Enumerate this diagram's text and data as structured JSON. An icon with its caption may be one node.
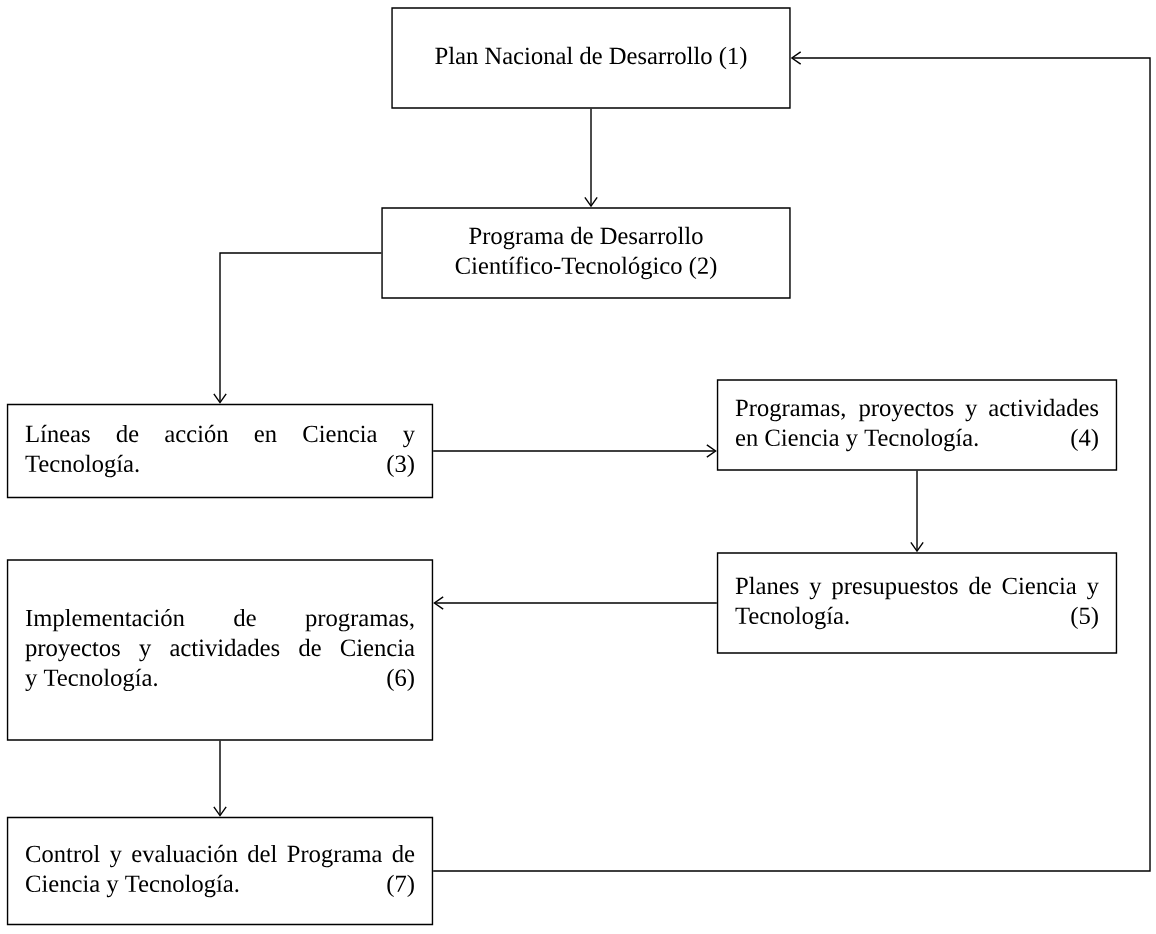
{
  "diagram": {
    "nodes": [
      {
        "text": [
          "Plan Nacional de Desarrollo (1)"
        ]
      },
      {
        "text": [
          "Programa de Desarrollo Científico-Tecnológico (2)"
        ]
      },
      {
        "text": [
          "Líneas de acción en Ciencia y Tecnología.",
          "(3)"
        ]
      },
      {
        "text": [
          "Programas, proyectos y actividades en Ciencia y Tecnología.",
          "(4)"
        ]
      },
      {
        "text": [
          "Planes y presupuestos de Ciencia y Tecnología.",
          "(5)"
        ]
      },
      {
        "text": [
          "Implementación de programas, proyectos y actividades de Ciencia y Tecnología.",
          "(6)"
        ]
      },
      {
        "text": [
          "Control y evaluación del Programa de Ciencia y Tecnología.",
          "(7)"
        ]
      }
    ],
    "edges": [
      {
        "from": 0,
        "to": 1,
        "arrow": "to"
      },
      {
        "from": 1,
        "to": 2,
        "arrow": "to"
      },
      {
        "from": 2,
        "to": 3,
        "arrow": "to"
      },
      {
        "from": 3,
        "to": 4,
        "arrow": "to"
      },
      {
        "from": 4,
        "to": 5,
        "arrow": "to"
      },
      {
        "from": 5,
        "to": 6,
        "arrow": "to"
      },
      {
        "from": 6,
        "to": 0,
        "arrow": "to"
      }
    ]
  }
}
